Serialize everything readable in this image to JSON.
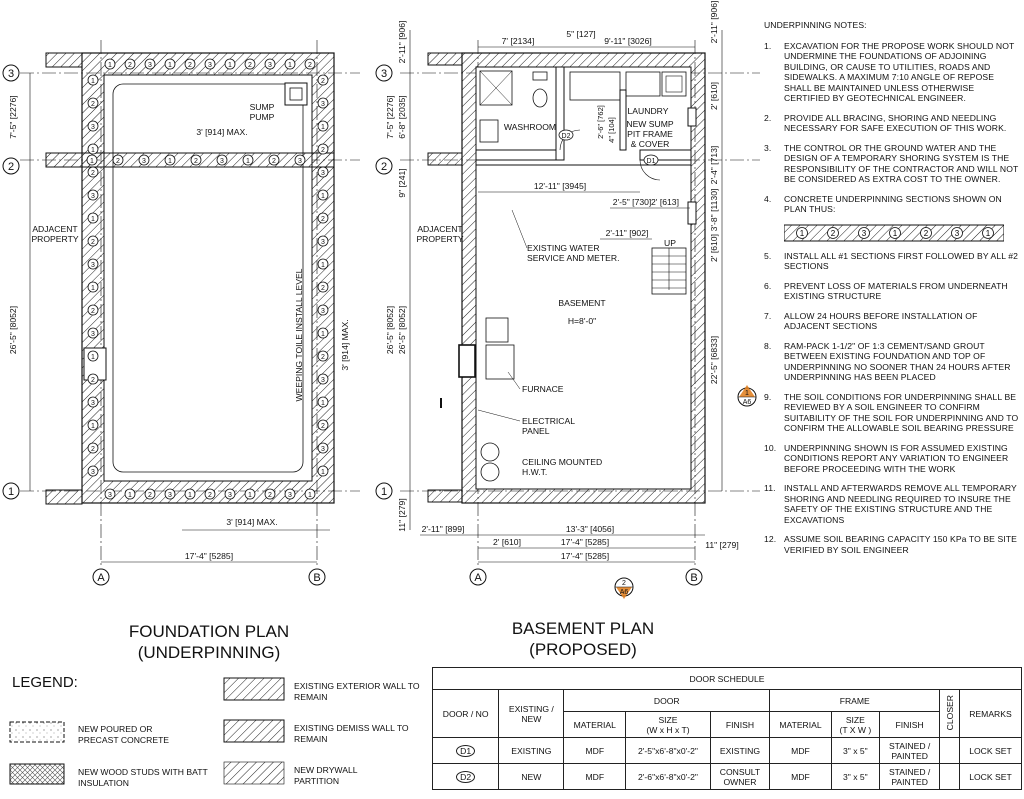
{
  "titles": {
    "foundation": [
      "FOUNDATION PLAN",
      "(UNDERPINNING)"
    ],
    "basement": [
      "BASEMENT PLAN",
      "(PROPOSED)"
    ]
  },
  "grid": {
    "rows": [
      "3",
      "2",
      "1"
    ],
    "cols": [
      "A",
      "B"
    ]
  },
  "foundation": {
    "sump": [
      "SUMP",
      "PUMP"
    ],
    "max_top": "3' [914] MAX.",
    "max_side": "3' [914] MAX.",
    "max_bottom": "3' [914] MAX.",
    "adjacent": [
      "ADJACENT",
      "PROPERTY"
    ],
    "weeping": "WEEPING TOILE INSTALL LEVEL",
    "dim_7_5": "7'-5\" [2276]",
    "dim_26_5": "26'-5\" [8052]",
    "dim_width": "17'-4\" [5285]"
  },
  "basement": {
    "top_7": "7' [2134]",
    "top_5": "5\" [127]",
    "top_9_11": "9'-11\" [3026]",
    "right_2_11": "2'-11\" [906]",
    "right_2_610": "2' [610]",
    "right_2_4": "2'-4\" [713]",
    "right_3_8": "3'-8\" [1130]",
    "right_2_610b": "2' [610]",
    "right_22_5": "22'-5\" [6833]",
    "left_7_5": "7'-5\" [2276]",
    "left_6_8": "6'-8\" [2035]",
    "left_9": "9\" [241]",
    "left_26_5a": "26'-5\" [8052]",
    "left_26_5b": "26'-5\" [8052]",
    "left_11": "11\" [279]",
    "washroom": "WASHROOM",
    "laundry": "LAUNDRY",
    "new_sump": [
      "NEW SUMP",
      "PIT FRAME",
      "& COVER"
    ],
    "dim_2_6": "2'-6\" [762]",
    "dim_4": "4\" [104]",
    "dim_12_11": "12'-11\" [3945]",
    "dim_2_5": "2'-5\" [730]",
    "dim_2_613": "2' [613]",
    "dim_2_11": "2'-11\" [902]",
    "up": "UP",
    "water": [
      "EXISTING WATER",
      "SERVICE AND METER."
    ],
    "room": "BASEMENT",
    "height": "H=8'-0\"",
    "furnace": "FURNACE",
    "electrical": [
      "ELECTRICAL",
      "PANEL"
    ],
    "hwt": [
      "CEILING MOUNTED",
      "H.W.T."
    ],
    "adjacent": [
      "ADJACENT",
      "PROPERTY"
    ],
    "bot_2_11": "2'-11\" [899]",
    "bot_13_3": "13'-3\" [4056]",
    "bot_2": "2' [610]",
    "bot_17_4a": "17'-4\" [5285]",
    "bot_11": "11\" [279]",
    "bot_17_4b": "17'-4\" [5285]",
    "door_d1": "D1",
    "door_d2": "D2",
    "sec1": [
      "1",
      "A6"
    ],
    "sec2": [
      "2",
      "A6"
    ]
  },
  "notes": {
    "heading": "UNDERPINNING NOTES:",
    "items": [
      {
        "n": "1.",
        "t": "EXCAVATION FOR THE PROPOSE WORK SHOULD NOT UNDERMINE THE FOUNDATIONS OF ADJOINING BUILDING, OR CAUSE TO UTILITIES, ROADS AND SIDEWALKS. A MAXIMUM 7:10 ANGLE OF REPOSE SHALL BE MAINTAINED UNLESS OTHERWISE CERTIFIED BY GEOTECHNICAL ENGINEER."
      },
      {
        "n": "2.",
        "t": "PROVIDE ALL BRACING, SHORING AND NEEDLING NECESSARY FOR SAFE EXECUTION OF THIS WORK."
      },
      {
        "n": "3.",
        "t": "THE CONTROL OR THE GROUND WATER AND THE DESIGN OF A TEMPORARY SHORING SYSTEM IS THE RESPONSIBILITY OF THE CONTRACTOR AND WILL NOT BE CONSIDERED AS EXTRA COST TO THE OWNER."
      },
      {
        "n": "4.",
        "t": "CONCRETE UNDERPINNING SECTIONS SHOWN ON PLAN THUS:"
      },
      {
        "n": "5.",
        "t": "INSTALL ALL #1 SECTIONS FIRST FOLLOWED BY ALL #2 SECTIONS"
      },
      {
        "n": "6.",
        "t": "PREVENT LOSS OF MATERIALS FROM UNDERNEATH EXISTING STRUCTURE"
      },
      {
        "n": "7.",
        "t": "ALLOW 24 HOURS BEFORE INSTALLATION OF ADJACENT SECTIONS"
      },
      {
        "n": "8.",
        "t": "RAM-PACK 1-1/2\" OF 1:3 CEMENT/SAND GROUT BETWEEN EXISTING FOUNDATION AND TOP OF UNDERPINNING NO SOONER THAN 24 HOURS AFTER UNDERPINNING HAS BEEN PLACED"
      },
      {
        "n": "9.",
        "t": "THE SOIL CONDITIONS FOR UNDERPINNING SHALL BE REVIEWED BY A SOIL ENGINEER TO CONFIRM SUITABILITY OF THE SOIL FOR UNDERPINNING AND TO CONFIRM THE ALLOWABLE SOIL BEARING PRESSURE"
      },
      {
        "n": "10.",
        "t": "UNDERPINNING SHOWN IS FOR ASSUMED EXISTING CONDITIONS REPORT ANY VARIATION TO ENGINEER BEFORE PROCEEDING WITH THE WORK"
      },
      {
        "n": "11.",
        "t": "INSTALL AND AFTERWARDS REMOVE ALL TEMPORARY SHORING AND NEEDLING REQUIRED TO INSURE THE SAFETY OF THE EXISTING STRUCTURE AND THE EXCAVATIONS"
      },
      {
        "n": "12.",
        "t": "ASSUME SOIL BEARING CAPACITY 150 KPa TO BE SITE VERIFIED BY SOIL ENGINEER"
      }
    ],
    "strip": [
      "1",
      "2",
      "3",
      "1",
      "2",
      "3",
      "1"
    ]
  },
  "legend": {
    "title": "LEGEND:",
    "concrete": [
      "NEW POURED OR",
      "PRECAST CONCRETE"
    ],
    "wood": [
      "NEW WOOD STUDS WITH BATT",
      "INSULATION"
    ],
    "ext_wall": [
      "EXISTING EXTERIOR WALL TO",
      "REMAIN"
    ],
    "demiss": [
      "EXISTING DEMISS WALL TO",
      "REMAIN"
    ],
    "drywall": [
      "NEW DRYWALL",
      "PARTITION"
    ]
  },
  "door_schedule": {
    "title": "DOOR SCHEDULE",
    "door_no": "DOOR / NO",
    "existing_new": [
      "EXISTING /",
      "NEW"
    ],
    "door": "DOOR",
    "frame": "FRAME",
    "closer": "CLOSER",
    "remarks": "REMARKS",
    "material": "MATERIAL",
    "size_door": [
      "SIZE",
      "(W x H x T)"
    ],
    "finish": "FINISH",
    "size_frame": [
      "SIZE",
      "(T X W )"
    ],
    "rows": [
      {
        "no": "D1",
        "status": "EXISTING",
        "mat": "MDF",
        "size": "2'-5\"x6'-8\"x0'-2\"",
        "finish": [
          "EXISTING"
        ],
        "fmat": "MDF",
        "fsize": "3\" x 5\"",
        "ffinish": [
          "STAINED /",
          "PAINTED"
        ],
        "closer": "",
        "remarks": "LOCK SET"
      },
      {
        "no": "D2",
        "status": "NEW",
        "mat": "MDF",
        "size": "2'-6\"x6'-8\"x0'-2\"",
        "finish": [
          "CONSULT",
          "OWNER"
        ],
        "fmat": "MDF",
        "fsize": "3\" x 5\"",
        "ffinish": [
          "STAINED /",
          "PAINTED"
        ],
        "closer": "",
        "remarks": "LOCK SET"
      }
    ]
  },
  "colors": {
    "ink": "#111111",
    "section_marker": "#e07b18"
  }
}
